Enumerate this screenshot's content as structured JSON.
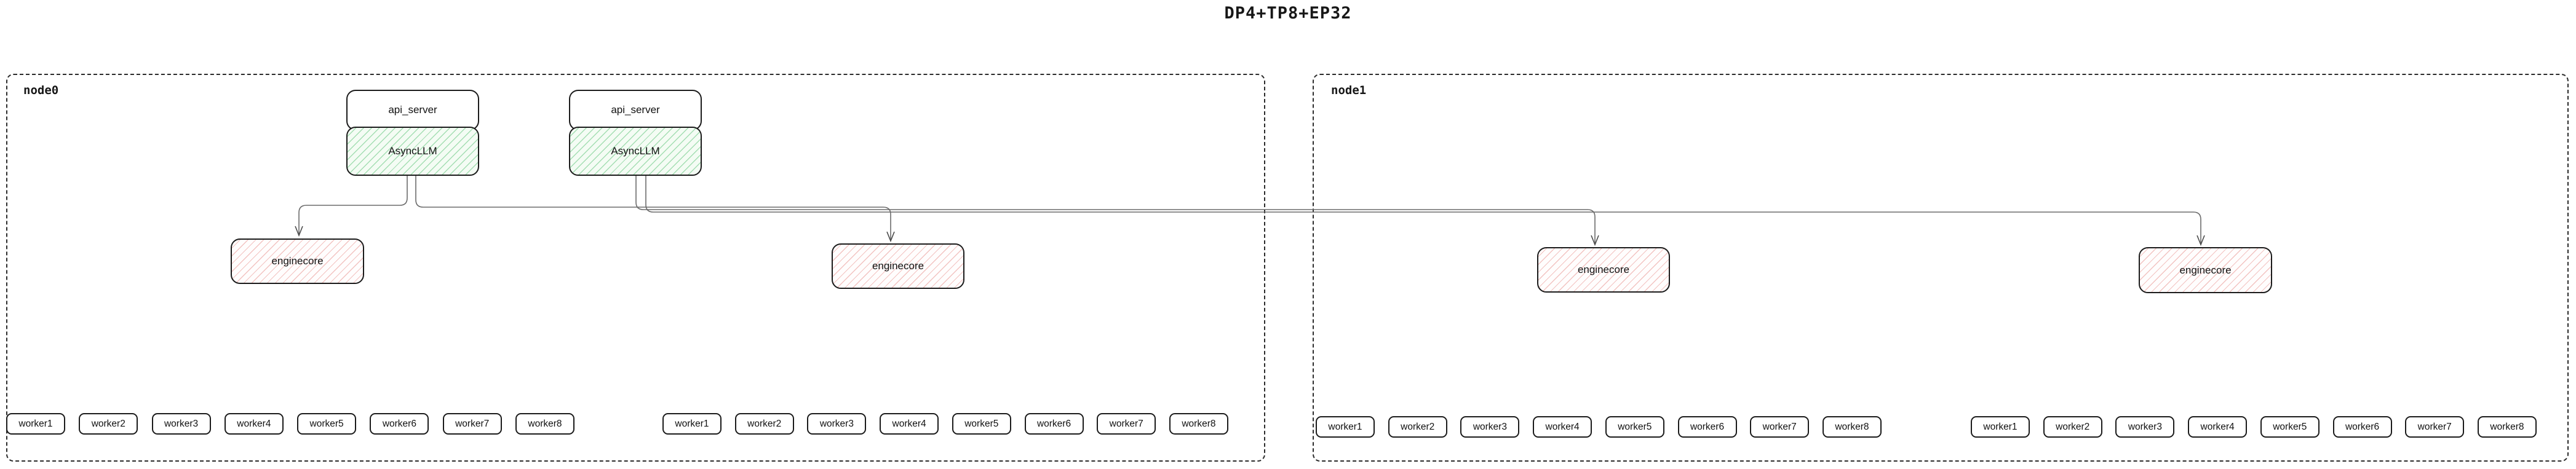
{
  "title": "DP4+TP8+EP32",
  "colors": {
    "box_border": "#1b1b1b",
    "dashed_border": "#2b2b2b",
    "async_hatch_green": "#62c57c",
    "engine_hatch_red": "#e68a85",
    "edge_gray": "#6b6b6b",
    "background": "#ffffff"
  },
  "nodes": [
    {
      "label": "node0",
      "stacks": [
        {
          "server": "api_server",
          "llm": "AsyncLLM"
        },
        {
          "server": "api_server",
          "llm": "AsyncLLM"
        }
      ],
      "enginecores": [
        {
          "label": "enginecore"
        },
        {
          "label": "enginecore"
        }
      ],
      "worker_groups": [
        {
          "workers": [
            "worker1",
            "worker2",
            "worker3",
            "worker4",
            "worker5",
            "worker6",
            "worker7",
            "worker8"
          ]
        },
        {
          "workers": [
            "worker1",
            "worker2",
            "worker3",
            "worker4",
            "worker5",
            "worker6",
            "worker7",
            "worker8"
          ]
        }
      ]
    },
    {
      "label": "node1",
      "enginecores": [
        {
          "label": "enginecore"
        },
        {
          "label": "enginecore"
        }
      ],
      "worker_groups": [
        {
          "workers": [
            "worker1",
            "worker2",
            "worker3",
            "worker4",
            "worker5",
            "worker6",
            "worker7",
            "worker8"
          ]
        },
        {
          "workers": [
            "worker1",
            "worker2",
            "worker3",
            "worker4",
            "worker5",
            "worker6",
            "worker7",
            "worker8"
          ]
        }
      ]
    }
  ]
}
